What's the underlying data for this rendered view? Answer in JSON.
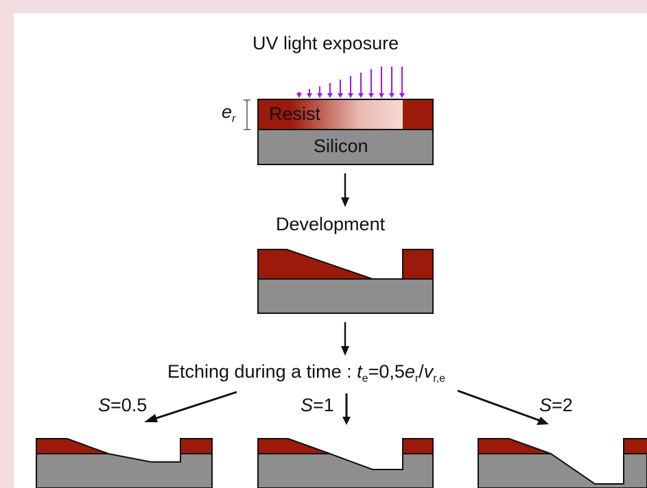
{
  "labels": {
    "uv_exposure": "UV light exposure",
    "resist": "Resist",
    "silicon": "Silicon",
    "er_symbol": "e",
    "er_sub": "r",
    "development": "Development",
    "etching_prefix": "Etching during a time : ",
    "etching_t": "t",
    "etching_t_sub": "e",
    "etching_eq": "=0,5",
    "etching_e": "e",
    "etching_e_sub": "r",
    "etching_slash": "/",
    "etching_v": "v",
    "etching_v_sub": "r,e",
    "s_symbol": "S",
    "s_05": "=0.5",
    "s_1": "=1",
    "s_2": "=2"
  },
  "colors": {
    "resist": "#9c1a0a",
    "silicon": "#8e8e8e",
    "uv_arrow": "#9b19f0",
    "outline": "#111111",
    "background": "#f2dde0",
    "panel": "#ffffff"
  }
}
